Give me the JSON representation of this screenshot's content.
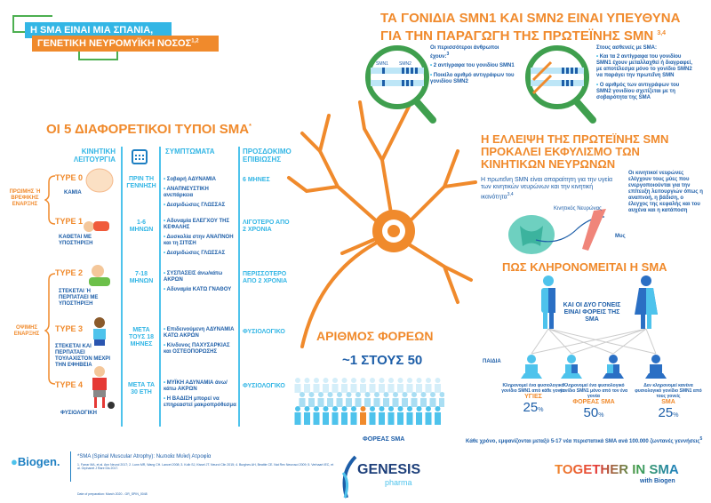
{
  "banner": {
    "line1": "Η SMA ΕΙΝΑΙ ΜΙΑ ΣΠΑΝΙΑ,",
    "line2": "ΓΕΝΕΤΙΚΗ ΝΕΥΡΟΜΥΪΚΗ ΝΟΣΟΣ",
    "sup": "1,2"
  },
  "types_section": {
    "title": "ΟΙ 5 ΔΙΑΦΟΡΕΤΙΚΟΙ ΤΥΠΟΙ SMA",
    "title_sup": "*",
    "headers": {
      "motor": "ΚΙΝΗΤΙΚΗ ΛΕΙΤΟΥΡΓΙΑ",
      "onset_icon": "calendar-icon",
      "symptoms": "ΣΥΜΠΤΩΜΑΤΑ",
      "survival": "ΠΡΟΣΔΟΚΙΜΟ ΕΠΙΒΙΩΣΗΣ"
    },
    "groups": [
      "ΠΡΩΙΜΗΣ Ή ΒΡΕΦΙΚΗΣ ΕΝΑΡΞΗΣ",
      "ΟΨΙΜΗΣ ΕΝΑΡΞΗΣ"
    ],
    "rows": [
      {
        "type": "TYPE 0",
        "motor": "ΚΑΜΙΑ",
        "onset": "ΠΡΙΝ ΤΗ ΓΕΝΝΗΣΗ",
        "symptoms": [
          "Σοβαρή ΑΔΥΝΑΜΙΑ",
          "ΑΝΑΠΝΕΥΣΤΙΚΗ ανεπάρκεια",
          "Δεσμιδώσεις ΓΛΩΣΣΑΣ"
        ],
        "survival": "6 ΜΗΝΕΣ"
      },
      {
        "type": "TYPE 1",
        "motor": "ΚΑΘΕΤΑΙ ΜΕ ΥΠΟΣΤΗΡΙΞΗ",
        "onset": "1-6 ΜΗΝΩΝ",
        "symptoms": [
          "Αδυναμία ΕΛΕΓΧΟΥ ΤΗΣ ΚΕΦΑΛΗΣ",
          "Δυσκολία στην ΑΝΑΠΝΟΗ και τη ΣΙΤΙΣΗ",
          "Δεσμιδώσεις ΓΛΩΣΣΑΣ"
        ],
        "survival": "ΛΙΓΟΤΕΡΟ ΑΠΟ 2 ΧΡΟΝΙΑ"
      },
      {
        "type": "TYPE 2",
        "motor": "ΣΤΕΚΕΤΑΙ Ή ΠΕΡΠΑΤΑΕΙ ΜΕ ΥΠΟΣΤΗΡΙΞΗ",
        "onset": "7-18 ΜΗΝΩΝ",
        "symptoms": [
          "ΣΥΣΠΑΣΕΙΣ άνω/κάτω ΑΚΡΩΝ",
          "Αδυναμία ΚΑΤΩ ΓΝΑΘΟΥ"
        ],
        "survival": "ΠΕΡΙΣΣΟΤΕΡΟ ΑΠΟ 2 ΧΡΟΝΙΑ"
      },
      {
        "type": "TYPE 3",
        "motor": "ΣΤΕΚΕΤΑΙ ΚΑΙ ΠΕΡΠΑΤΑΕΙ ΤΟΥΛΑΧΙΣΤΟΝ ΜΕΧΡΙ ΤΗΝ ΕΦΗΒΕΙΑ",
        "onset": "ΜΕΤΑ ΤΟΥΣ 18 ΜΗΝΕΣ",
        "symptoms": [
          "Επιδεινούμενη ΑΔΥΝΑΜΙΑ ΚΑΤΩ ΑΚΡΩΝ",
          "Κίνδυνος ΠΑΧΥΣΑΡΚΙΑΣ και ΟΣΤΕΟΠΟΡΩΣΗΣ"
        ],
        "survival": "ΦΥΣΙΟΛΟΓΙΚΟ"
      },
      {
        "type": "TYPE 4",
        "motor": "ΦΥΣΙΟΛΟΓΙΚΗ",
        "onset": "ΜΕΤΑ ΤΑ 30 ΕΤΗ",
        "symptoms": [
          "ΜΥΪΚΗ ΑΔΥΝΑΜΙΑ άνω/κάτω ΑΚΡΩΝ",
          "Η ΒΑΔΙΣΗ μπορεί να επηρεαστεί μακροπρόθεσμα"
        ],
        "survival": "ΦΥΣΙΟΛΟΓΙΚΟ"
      }
    ]
  },
  "carriers": {
    "title": "ΑΡΙΘΜΟΣ ΦΟΡΕΩΝ",
    "ratio": "~1 ΣΤΟΥΣ 50",
    "label": "ΦΟΡΕΑΣ SMA"
  },
  "genes": {
    "title1": "ΤΑ ΓΟΝΙΔΙΑ SMN1 ΚΑΙ SMN2 ΕΙΝΑΙ ΥΠΕΥΘΥΝΑ",
    "title2": "ΓΙΑ ΤΗΝ ΠΑΡΑΓΩΓΗ ΤΗΣ ΠΡΩΤΕΪΝΗΣ SMN",
    "title_sup": "3,4",
    "gene_labels": [
      "SMN1",
      "SMN2"
    ],
    "healthy_heading": "Οι περισσότεροι άνθρωποι έχουν:",
    "healthy_sup": "3",
    "healthy_points": [
      "2 αντίγραφα του γονιδίου SMN1",
      "Ποικίλο αριθμό αντιγράφων του γονιδίου SMN2"
    ],
    "sma_heading": "Στους ασθενείς με SMA:",
    "sma_points": [
      "Και τα 2 αντίγραφα του γονιδίου SMN1 έχουν μεταλλαχθεί ή διαγραφεί, με αποτέλεσμα μόνο το γονίδιο SMN2 να παράγει την πρωτεΐνη SMN",
      "Ο αριθμός των αντιγράφων του SMN2 γονιδίου σχετίζεται με τη σοβαρότητα της SMA"
    ]
  },
  "deficiency": {
    "title": [
      "Η ΕΛΛΕΙΨΗ ΤΗΣ ΠΡΩΤΕΪΝΗΣ SMN",
      "ΠΡΟΚΑΛΕΙ ΕΚΦΥΛΙΣΜΟ ΤΩΝ",
      "ΚΙΝΗΤΙΚΩΝ ΝΕΥΡΩΝΩΝ"
    ],
    "text": "Η πρωτεΐνη SMN είναι απαραίτητη για την υγεία των κινητικών νευρώνων και την κινητική ικανότητα",
    "text_sup": "3,4",
    "side_text": "Οι κινητικοί νευρώνες ελέγχουν τους μύες που ενεργοποιούνται για την επίτευξη λειτουργιών όπως η αναπνοή, η βάδιση, ο έλεγχος της κεφαλής και του αυχένα και η κατάποση",
    "neuron_label": "Κινητικός Νευρώνας",
    "muscle_label": "Μυς"
  },
  "inheritance": {
    "title": "ΠΩΣ ΚΛΗΡΟΝΟΜΕΙΤΑΙ Η SMA",
    "parents_text": "ΚΑΙ ΟΙ ΔΥΟ ΓΟΝΕΙΣ ΕΙΝΑΙ ΦΟΡΕΙΣ ΤΗΣ SMA",
    "children_label": "ΠΑΙΔΙΑ",
    "outcomes": [
      {
        "desc": "Κληρονομεί ένα φυσιολογικό γονίδιο SMN1 από κάθε γονέα",
        "label": "ΥΓΙΕΣ",
        "percent": "25",
        "unit": "%"
      },
      {
        "desc": "Κληρονομεί ένα φυσιολογικό γονίδιο SMN1 μόνο από τον ένα γονέα",
        "label": "ΦΟΡΕΑΣ SMA",
        "percent": "50",
        "unit": "%"
      },
      {
        "desc": "Δεν κληρονομεί κανένα φυσιολογικό γονίδιο SMN1 από τους γονείς",
        "label": "SMA",
        "percent": "25",
        "unit": "%"
      }
    ],
    "footnote": "Κάθε χρόνο, εμφανίζονται μεταξύ 5-17 νέα περιστατικά SMA ανά 100.000 ζωντανές γεννήσεις",
    "footnote_sup": "5"
  },
  "footer": {
    "biogen": "Biogen.",
    "definition": "*SMA (Spinal Muscular Atrophy): Νωτιαία Μυϊκή Ατροφία",
    "references": "1. Farrar MA, et al. Ann Neurol 2017; 2. Lunn MR, Wang CH. Lancet 2008; 3. Kolb SJ, Kissel JT. Neurol Clin 2015; 4. Burghes AH, Beattie CE. Nat Rev Neurosci 2009; 5. Verhaart IEC, et al. Orphanet J Rare Dis 2017.",
    "date": "Date of preparation: March 2020 - GR_SPIN_0048",
    "genesis": "GENESIS",
    "genesis_sub": "pharma",
    "together": "TOGETHER IN SMA",
    "with": "with Biogen"
  },
  "colors": {
    "orange": "#f08a2c",
    "cyan": "#33b6e5",
    "dark_blue": "#1d5ea8",
    "green": "#3f9f4e"
  }
}
